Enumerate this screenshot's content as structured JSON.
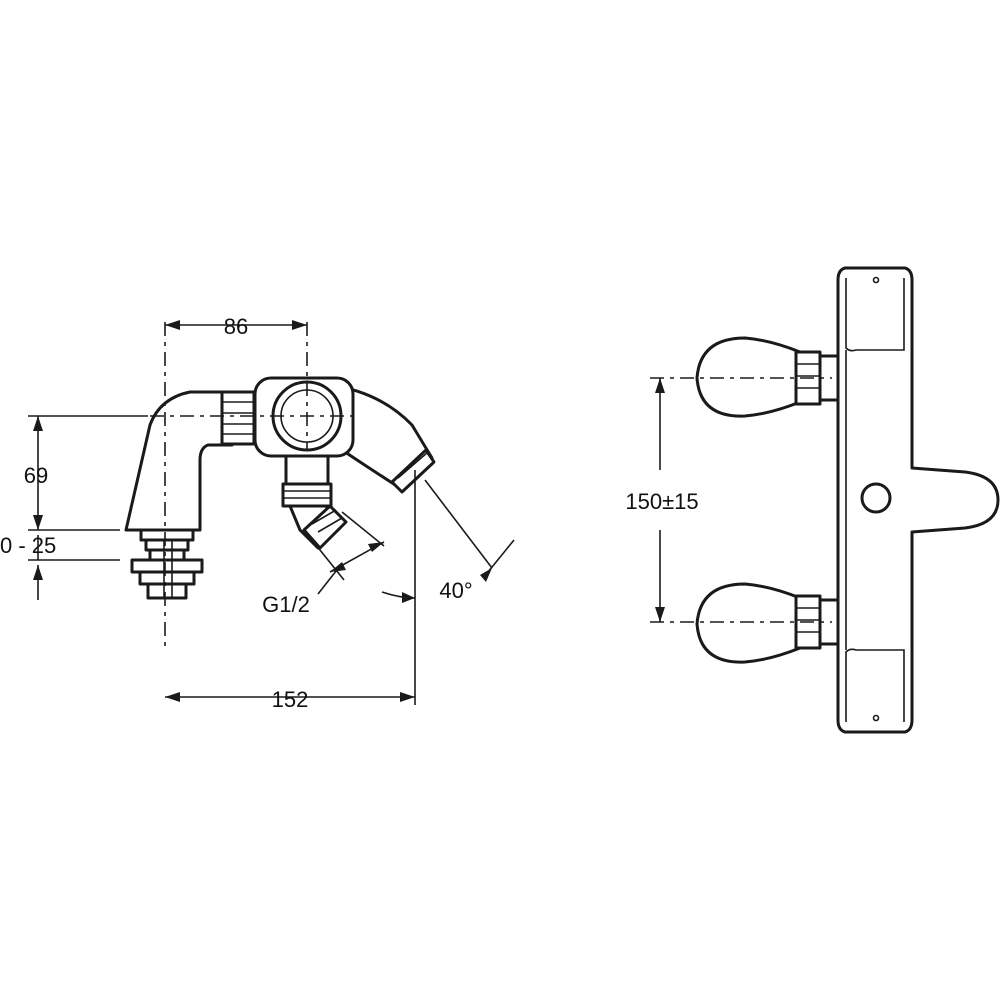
{
  "dimensions": {
    "spout_offset": "86",
    "height": "69",
    "deck_thickness": "0 - 25",
    "thread": "G1/2",
    "angle": "40°",
    "overall_length": "152",
    "centres": "150±15"
  },
  "colors": {
    "line": "#1a1a1a",
    "background": "#ffffff"
  }
}
